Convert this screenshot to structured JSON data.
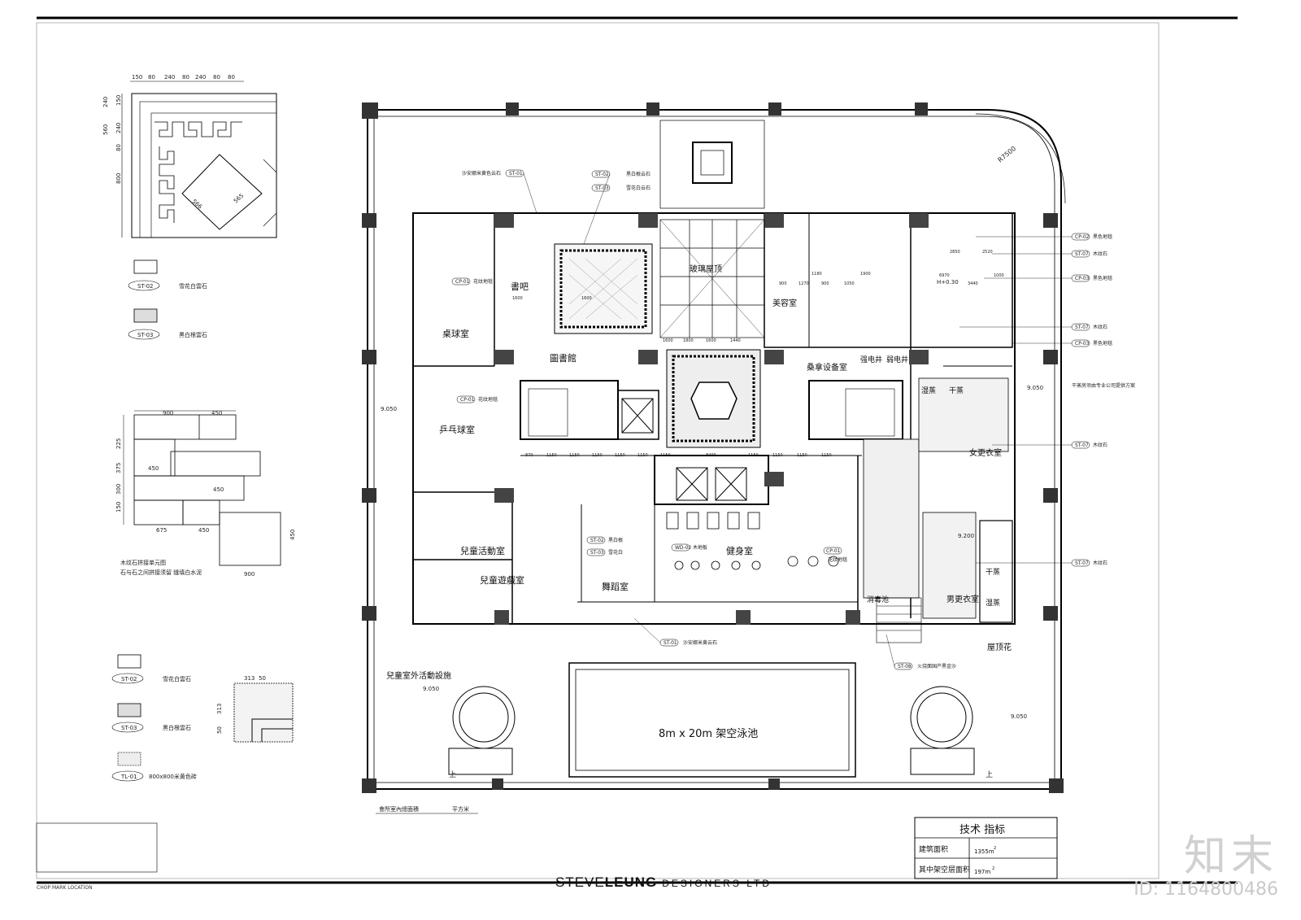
{
  "legend_top": [
    {
      "code": "ST-02",
      "name": "雪花白雲石"
    },
    {
      "code": "ST-03",
      "name": "黑白根雲石"
    }
  ],
  "legend_bottom": [
    {
      "code": "ST-02",
      "name": "雪花白雲石"
    },
    {
      "code": "ST-03",
      "name": "黑白根雲石"
    },
    {
      "code": "TL-01",
      "name": "800x800米黄色砖"
    }
  ],
  "pattern_dims": {
    "top": [
      "150",
      "80",
      "240",
      "80",
      "240",
      "80",
      "80"
    ],
    "side": [
      "240",
      "150",
      "560",
      "240",
      "80",
      "800"
    ],
    "diag": [
      "566",
      "565"
    ]
  },
  "brick_dims": [
    "900",
    "450",
    "225",
    "375",
    "450",
    "300",
    "450",
    "150",
    "675",
    "450",
    "450",
    "900"
  ],
  "brick_notes": [
    "木纹石拼接单元图",
    "石与石之间拼接须留  缝填白水泥"
  ],
  "corner_dims": [
    "313",
    "50",
    "313",
    "50"
  ],
  "rooms": [
    {
      "id": "billiard",
      "label": "桌球室"
    },
    {
      "id": "pingpong",
      "label": "乒乓球室"
    },
    {
      "id": "kids-activity",
      "label": "兒童活動室"
    },
    {
      "id": "kids-play",
      "label": "兒童遊戲室"
    },
    {
      "id": "book-bar",
      "label": "書吧"
    },
    {
      "id": "library",
      "label": "圖書館"
    },
    {
      "id": "glass-roof",
      "label": "玻璃屋顶"
    },
    {
      "id": "beauty",
      "label": "美容室"
    },
    {
      "id": "sauna-equip",
      "label": "桑拿设备室"
    },
    {
      "id": "strong-shaft",
      "label": "强电井"
    },
    {
      "id": "weak-shaft",
      "label": "弱电井"
    },
    {
      "id": "gym",
      "label": "健身室"
    },
    {
      "id": "dance",
      "label": "舞蹈室"
    },
    {
      "id": "female-locker",
      "label": "女更衣室"
    },
    {
      "id": "male-locker",
      "label": "男更衣室"
    },
    {
      "id": "wet-steam",
      "label": "湿蒸"
    },
    {
      "id": "dry-steam",
      "label": "干蒸"
    },
    {
      "id": "dry-steam-2",
      "label": "干蒸"
    },
    {
      "id": "wet-steam-2",
      "label": "湿蒸"
    },
    {
      "id": "disinfect",
      "label": "消毒池"
    },
    {
      "id": "roof-garden",
      "label": "屋顶花"
    },
    {
      "id": "kids-outdoor",
      "label": "兒童室外活動設施"
    },
    {
      "id": "pool",
      "label": "8m x 20m   架空泳池"
    }
  ],
  "plan_annotations": {
    "radius": "R7500",
    "level_1": "9.050",
    "level_2": "9.050",
    "level_3": "9.050",
    "level_4": "9.050",
    "level_5": "9.200",
    "h_mark": "H+0.30",
    "up_1": "上",
    "up_2": "上",
    "upper_dims": [
      "2850",
      "2520",
      "1180",
      "1900",
      "900",
      "1270",
      "900",
      "1050",
      "6970",
      "3440",
      "1000",
      "1600",
      "1600",
      "1600",
      "1800",
      "1600",
      "1440"
    ],
    "corridor_dims": [
      "870",
      "1150",
      "1150",
      "1150",
      "1150",
      "1150",
      "1150",
      "8400",
      "1150",
      "1150",
      "1150",
      "1150"
    ]
  },
  "callouts": [
    {
      "code": "ST-01",
      "text": "沙安娜米黄色云石"
    },
    {
      "code": "ST-02",
      "text": "黑白根云石"
    },
    {
      "code": "ST-03",
      "text": "雪花白云石"
    },
    {
      "code": "CP-02",
      "text": "黑色地毯"
    },
    {
      "code": "ST-07",
      "text": "木纹石"
    },
    {
      "code": "CP-03",
      "text": "黑色地毯"
    },
    {
      "code": "ST-07",
      "text": "木纹石"
    },
    {
      "code": "CP-03",
      "text": "黑色地毯"
    },
    {
      "code": "",
      "text": "干蒸房须由专业公司提供方案"
    },
    {
      "code": "ST-07",
      "text": "木纹石"
    },
    {
      "code": "ST-07",
      "text": "木纹石"
    },
    {
      "code": "ST-01",
      "text": "沙安娜米黄云石"
    },
    {
      "code": "ST-08",
      "text": "火烧面国产黑金沙"
    },
    {
      "code": "CP-01",
      "text": "花纹地毯"
    },
    {
      "code": "CP-01",
      "text": "花纹地毯"
    },
    {
      "code": "CP-01",
      "text": "花纹地毯"
    },
    {
      "code": "WD-02",
      "text": "木地板"
    },
    {
      "code": "ST-03",
      "text": "雪花白"
    },
    {
      "code": "ST-02",
      "text": "黑白根"
    }
  ],
  "area_note": {
    "label": "會所室內總面積",
    "unit": "平方米"
  },
  "tech_table": {
    "title": "技术  指标",
    "rows": [
      {
        "label": "建筑面积",
        "value": "1355m",
        "sup": "2"
      },
      {
        "label": "其中架空层面积",
        "value": "197m",
        "sup": "2"
      }
    ]
  },
  "stamp_caption": "CHOP MARK LOCATION",
  "brand": {
    "main_light": "STEVE",
    "main_bold": "LEUNG",
    "sub": "DESIGNERS LTD"
  },
  "watermark": {
    "logo": "知末",
    "id": "ID: 1164800486"
  }
}
